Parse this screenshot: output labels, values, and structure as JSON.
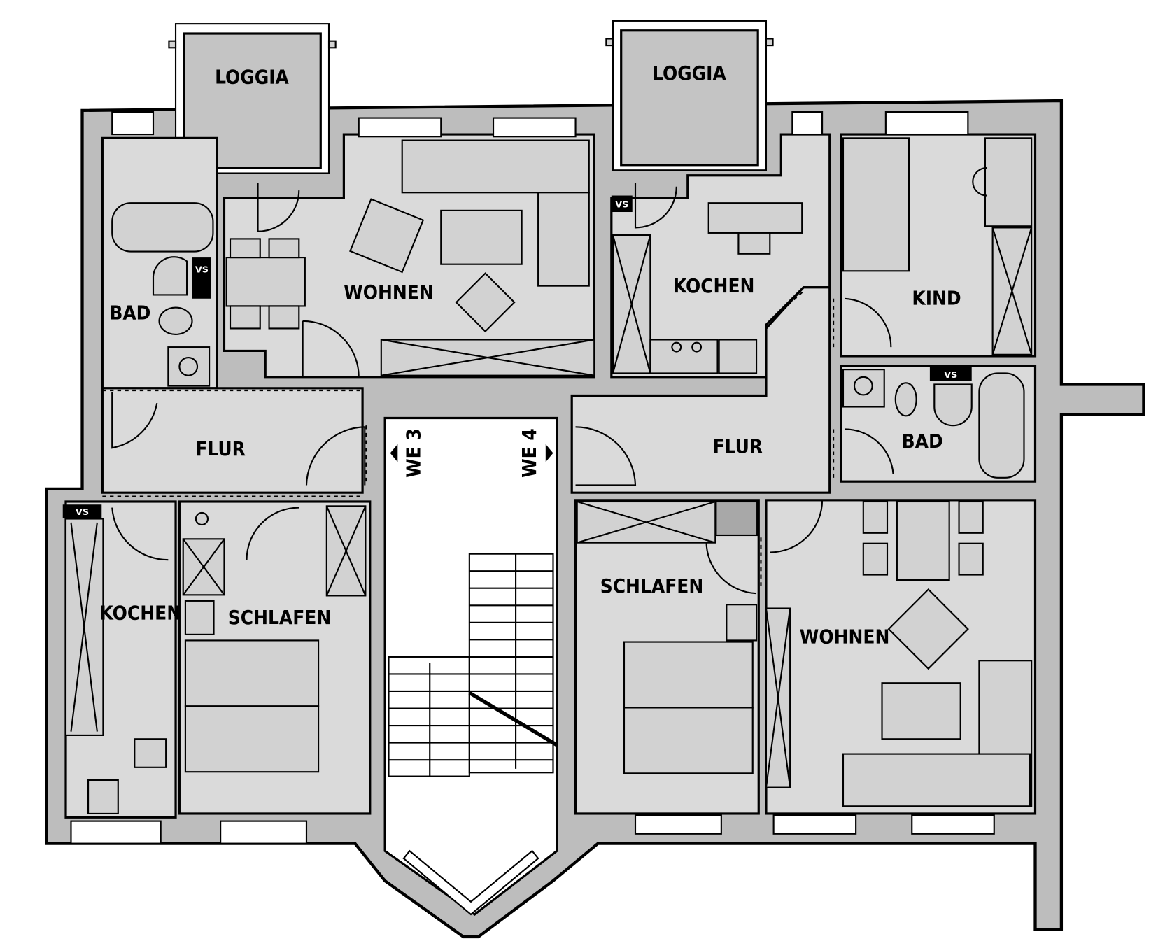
{
  "plan": {
    "rooms": {
      "loggia_left": "LOGGIA",
      "loggia_right": "LOGGIA",
      "wohnen_left": "WOHNEN",
      "bad_left": "BAD",
      "flur_left": "FLUR",
      "kochen_left": "KOCHEN",
      "schlafen_left": "SCHLAFEN",
      "kochen_right": "KOCHEN",
      "kind": "KIND",
      "flur_right": "FLUR",
      "bad_right": "BAD",
      "schlafen_right": "SCHLAFEN",
      "wohnen_right": "WOHNEN"
    },
    "units": {
      "we3": "WE 3",
      "we4": "WE 4"
    },
    "shafts": {
      "vs1": "VS",
      "vs2": "VS",
      "vs3": "VS",
      "vs4": "VS"
    }
  },
  "colors": {
    "wall": "#bdbdbd",
    "room": "#dadada",
    "staircase": "#ffffff"
  }
}
